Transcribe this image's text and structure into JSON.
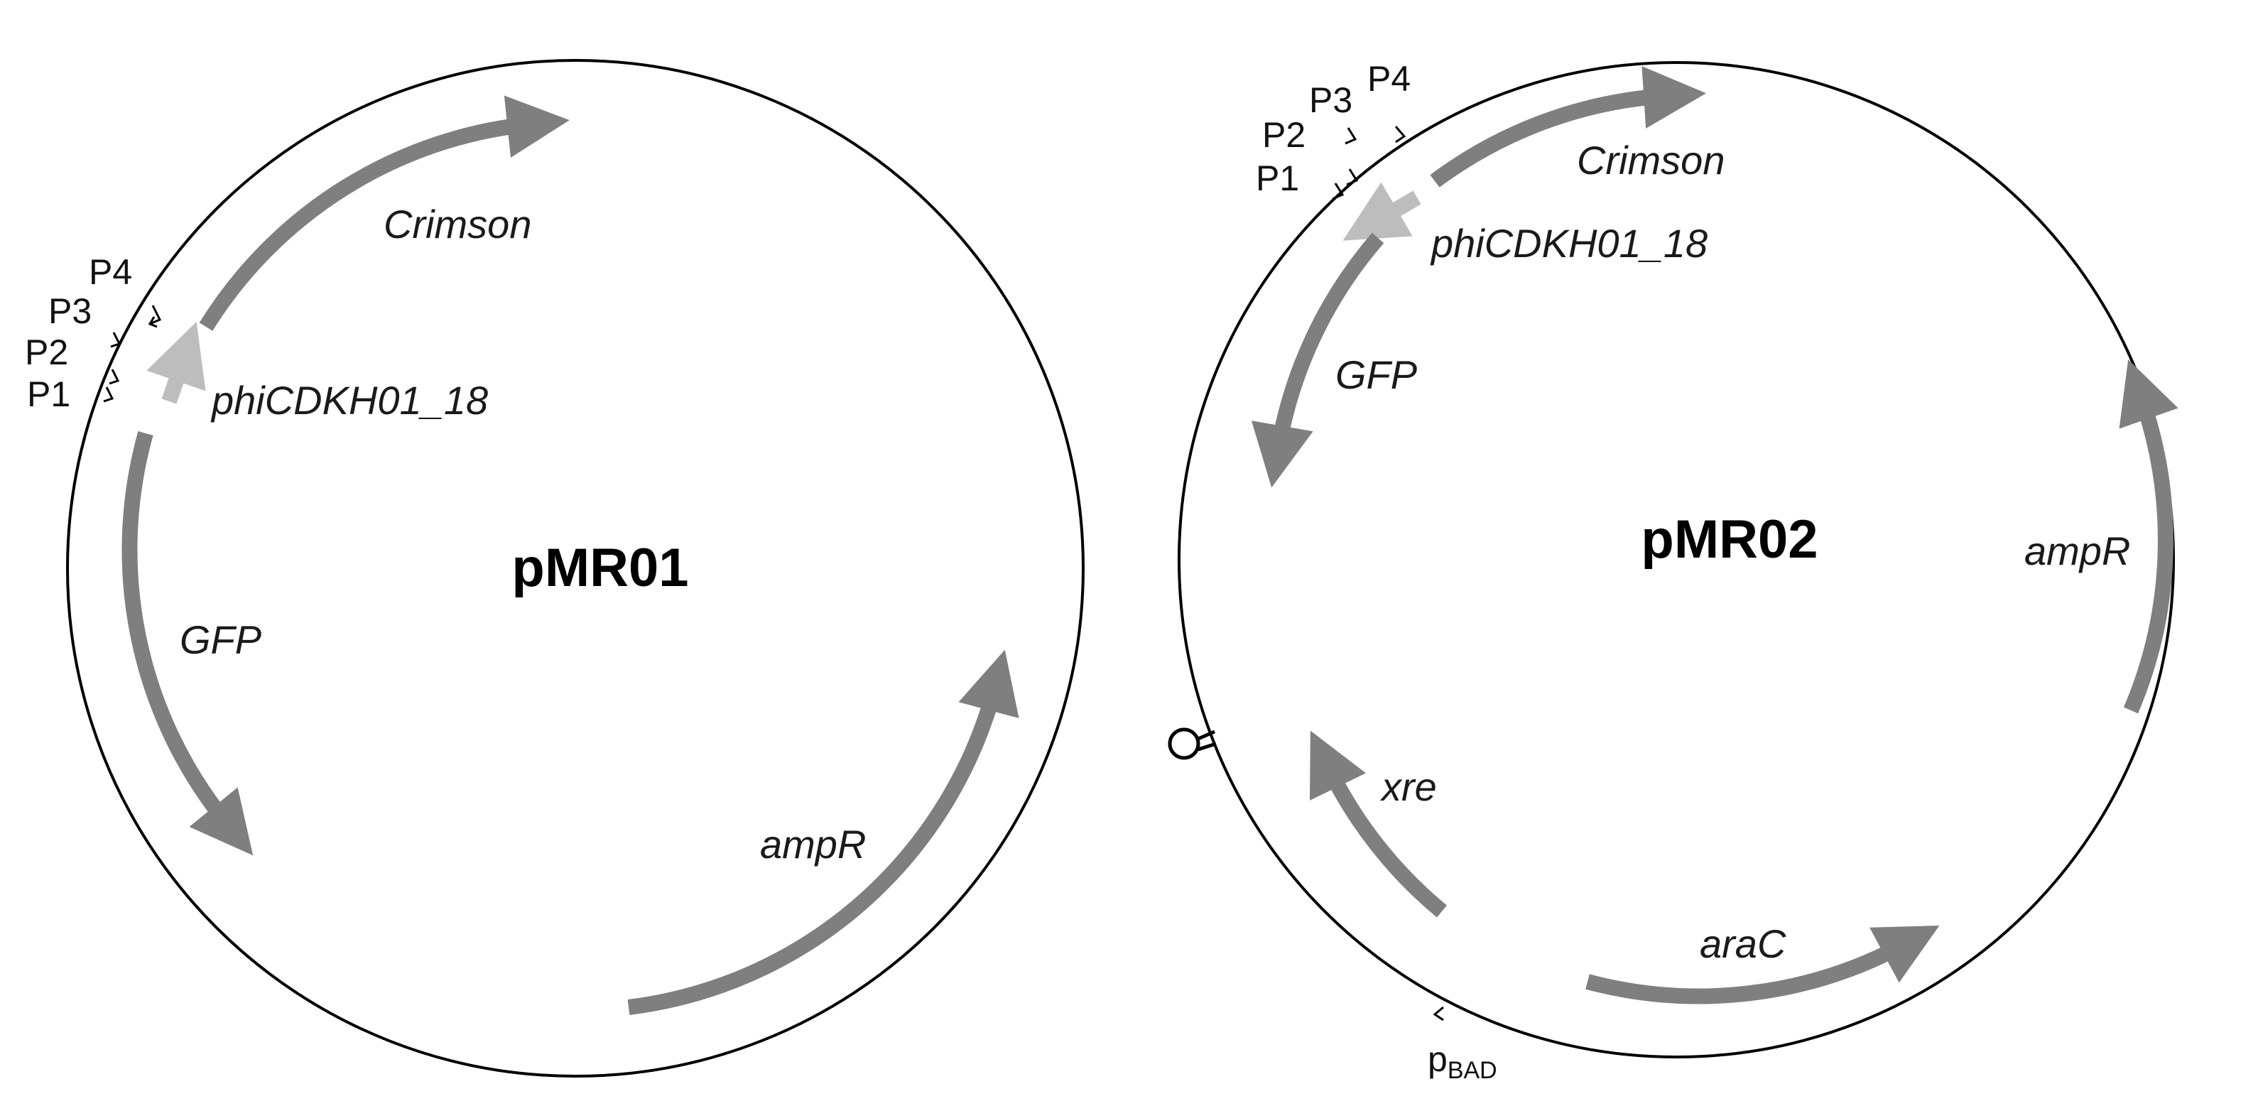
{
  "colors": {
    "gene_arrow": "#7f7f7f",
    "phage_arrow": "#bdbdbd",
    "outline": "#000000",
    "background": "#ffffff"
  },
  "plasmids": [
    {
      "name": "pMR01",
      "genes": [
        {
          "label": "Crimson"
        },
        {
          "label": "phiCDKH01_18"
        },
        {
          "label": "GFP"
        },
        {
          "label": "ampR"
        }
      ],
      "promoters": [
        "P1",
        "P2",
        "P3",
        "P4"
      ]
    },
    {
      "name": "pMR02",
      "genes": [
        {
          "label": "Crimson"
        },
        {
          "label": "phiCDKH01_18"
        },
        {
          "label": "GFP"
        },
        {
          "label": "ampR"
        },
        {
          "label": "xre"
        },
        {
          "label": "araC"
        }
      ],
      "promoters": [
        "P1",
        "P2",
        "P3",
        "P4"
      ],
      "pbad": {
        "main": "p",
        "sub": "BAD"
      },
      "terminator_icon": "terminator-icon"
    }
  ]
}
